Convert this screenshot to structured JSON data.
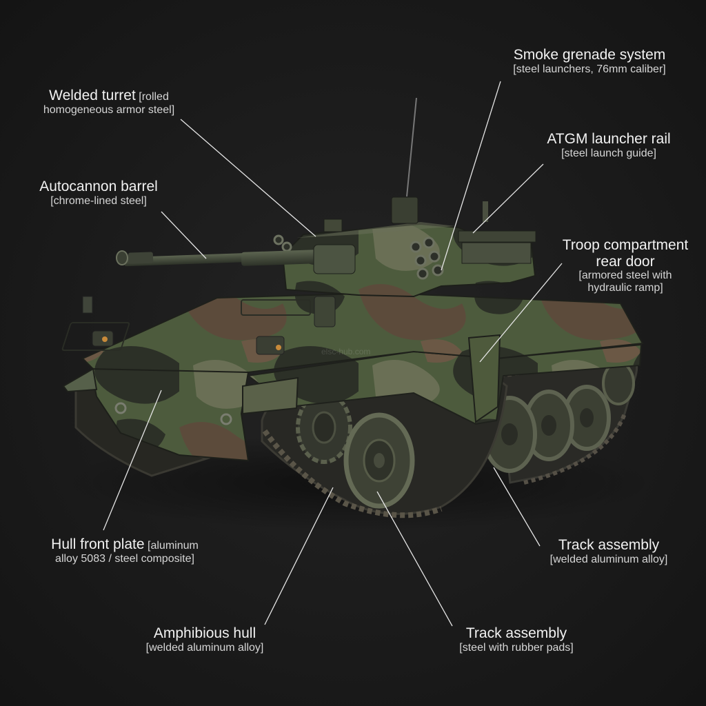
{
  "watermark": "elsc-hub.com",
  "colors": {
    "background": "#1b1b1b",
    "camo_green": "#4b5a3c",
    "camo_brown": "#5b4a3a",
    "camo_dark": "#2b2f26",
    "leader_line": "#e6e6e6"
  },
  "callouts": {
    "smoke": {
      "title": "Smoke grenade system",
      "material": "[steel launchers, 76mm caliber]"
    },
    "turret": {
      "title": "Welded turret",
      "material_inline": "[rolled",
      "material": "homogeneous armor steel]"
    },
    "atgm": {
      "title": "ATGM launcher rail",
      "material": "[steel launch guide]"
    },
    "autocannon": {
      "title": "Autocannon barrel",
      "material": "[chrome-lined steel]"
    },
    "troop_door": {
      "title_line1": "Troop compartment",
      "title_line2": "rear door",
      "material_line1": "[armored steel with",
      "material_line2": "hydraulic ramp]"
    },
    "hull_front": {
      "title": "Hull front plate",
      "material_inline": "[aluminum",
      "material": "alloy 5083 / steel composite]"
    },
    "track_right": {
      "title": "Track assembly",
      "material": "[welded aluminum alloy]"
    },
    "amphibious": {
      "title": "Amphibious hull",
      "material": "[welded aluminum alloy]"
    },
    "track_bottom": {
      "title": "Track assembly",
      "material": "[steel with rubber pads]"
    }
  }
}
